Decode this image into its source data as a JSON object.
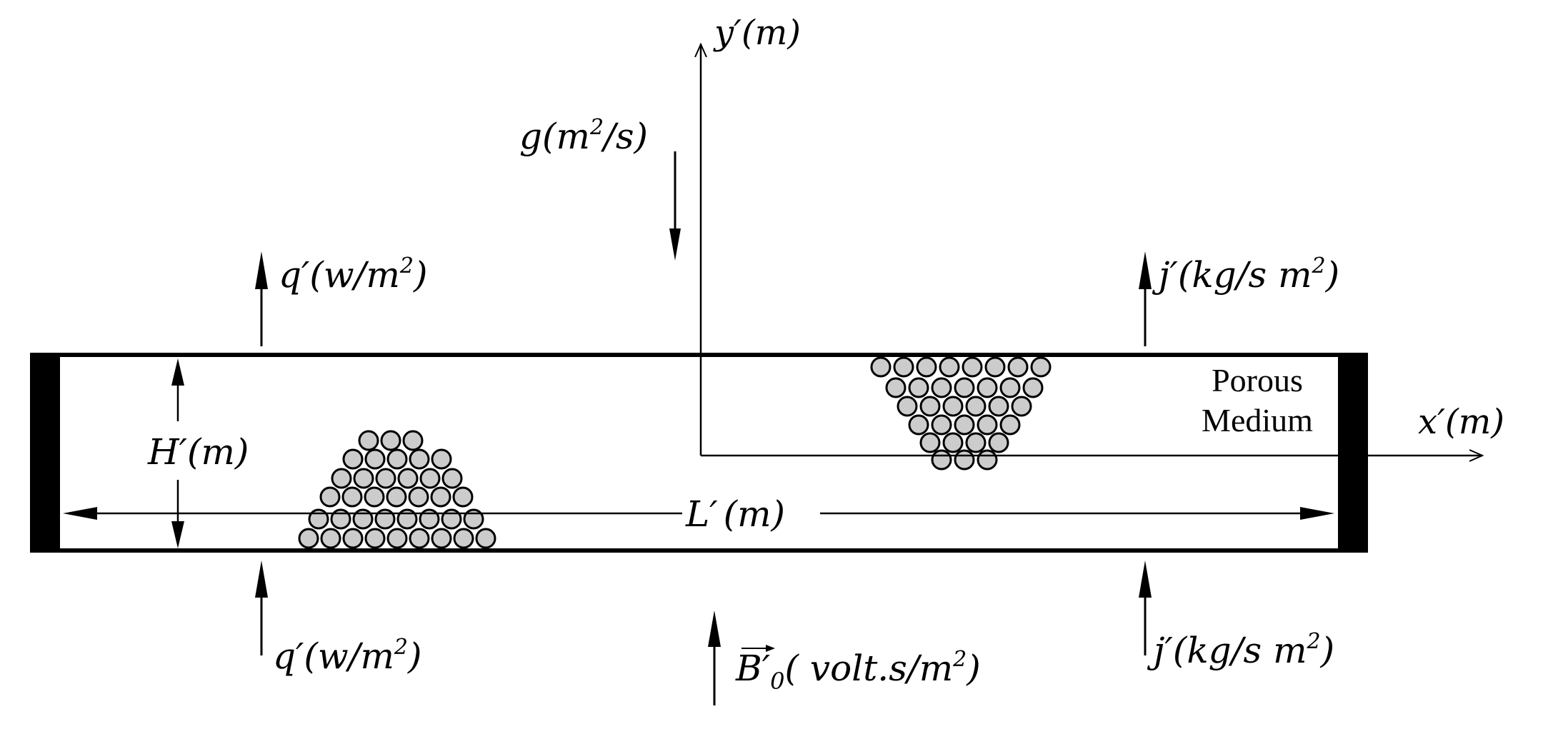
{
  "labels": {
    "y_axis": {
      "base": "y′",
      "unit": "(m)"
    },
    "x_axis": {
      "base": "x′",
      "unit": "(m)"
    },
    "gravity": {
      "base": "g",
      "open": "(m",
      "exp": "2",
      "close": "/s)"
    },
    "heat_flux_top": {
      "base": "q′",
      "open": "(w/m",
      "exp": "2",
      "close": ")"
    },
    "heat_flux_bottom": {
      "base": "q′",
      "open": "(w/m",
      "exp": "2",
      "close": ")"
    },
    "mass_flux_top": {
      "base": "j′",
      "open": "(kg/s m",
      "exp": "2",
      "close": ")"
    },
    "mass_flux_bottom": {
      "base": "j′",
      "open": "(kg/s m",
      "exp": "2",
      "close": ")"
    },
    "height": {
      "base": "H′",
      "unit": "(m)"
    },
    "length": {
      "base": "L′",
      "unit": "(m)"
    },
    "magnetic_field": {
      "base": "B′",
      "sub": "0",
      "open": "( volt.s/m",
      "exp": "2",
      "close": ")"
    },
    "porous_line1": "Porous",
    "porous_line2": "Medium"
  },
  "colors": {
    "ink": "#000000",
    "particle_fill": "#cccccc",
    "wall": "#000000"
  }
}
